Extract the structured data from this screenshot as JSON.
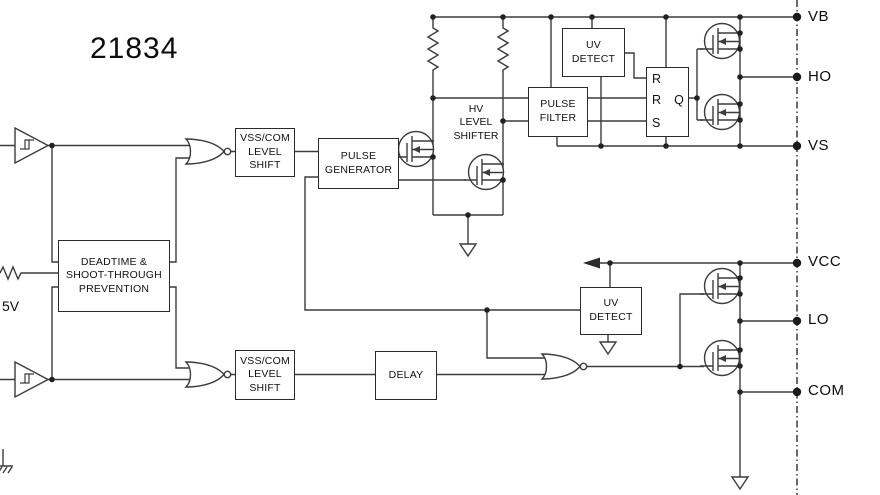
{
  "title": "21834",
  "annotations": {
    "supply": "5V"
  },
  "blocks": {
    "deadtime": {
      "label": "DEADTIME &\nSHOOT-THROUGH\nPREVENTION"
    },
    "vsscom_high": {
      "label": "VSS/COM\nLEVEL\nSHIFT"
    },
    "vsscom_low": {
      "label": "VSS/COM\nLEVEL\nSHIFT"
    },
    "pulse_generator": {
      "label": "PULSE\nGENERATOR"
    },
    "hv_level_shifter": {
      "label": "HV\nLEVEL\nSHIFTER"
    },
    "pulse_filter": {
      "label": "PULSE\nFILTER"
    },
    "uv_detect_high": {
      "label": "UV\nDETECT"
    },
    "uv_detect_low": {
      "label": "UV\nDETECT"
    },
    "delay": {
      "label": "DELAY"
    },
    "latch": {
      "pin_r1": "R",
      "pin_r2": "R",
      "pin_s": "S",
      "pin_q": "Q"
    }
  },
  "terminals": [
    {
      "label": "VB"
    },
    {
      "label": "HO"
    },
    {
      "label": "VS"
    },
    {
      "label": "VCC"
    },
    {
      "label": "LO"
    },
    {
      "label": "COM"
    }
  ],
  "colors": {
    "wire": "#3c3c3c",
    "border": "#2b2b2b",
    "text": "#111111",
    "background": "#ffffff"
  }
}
